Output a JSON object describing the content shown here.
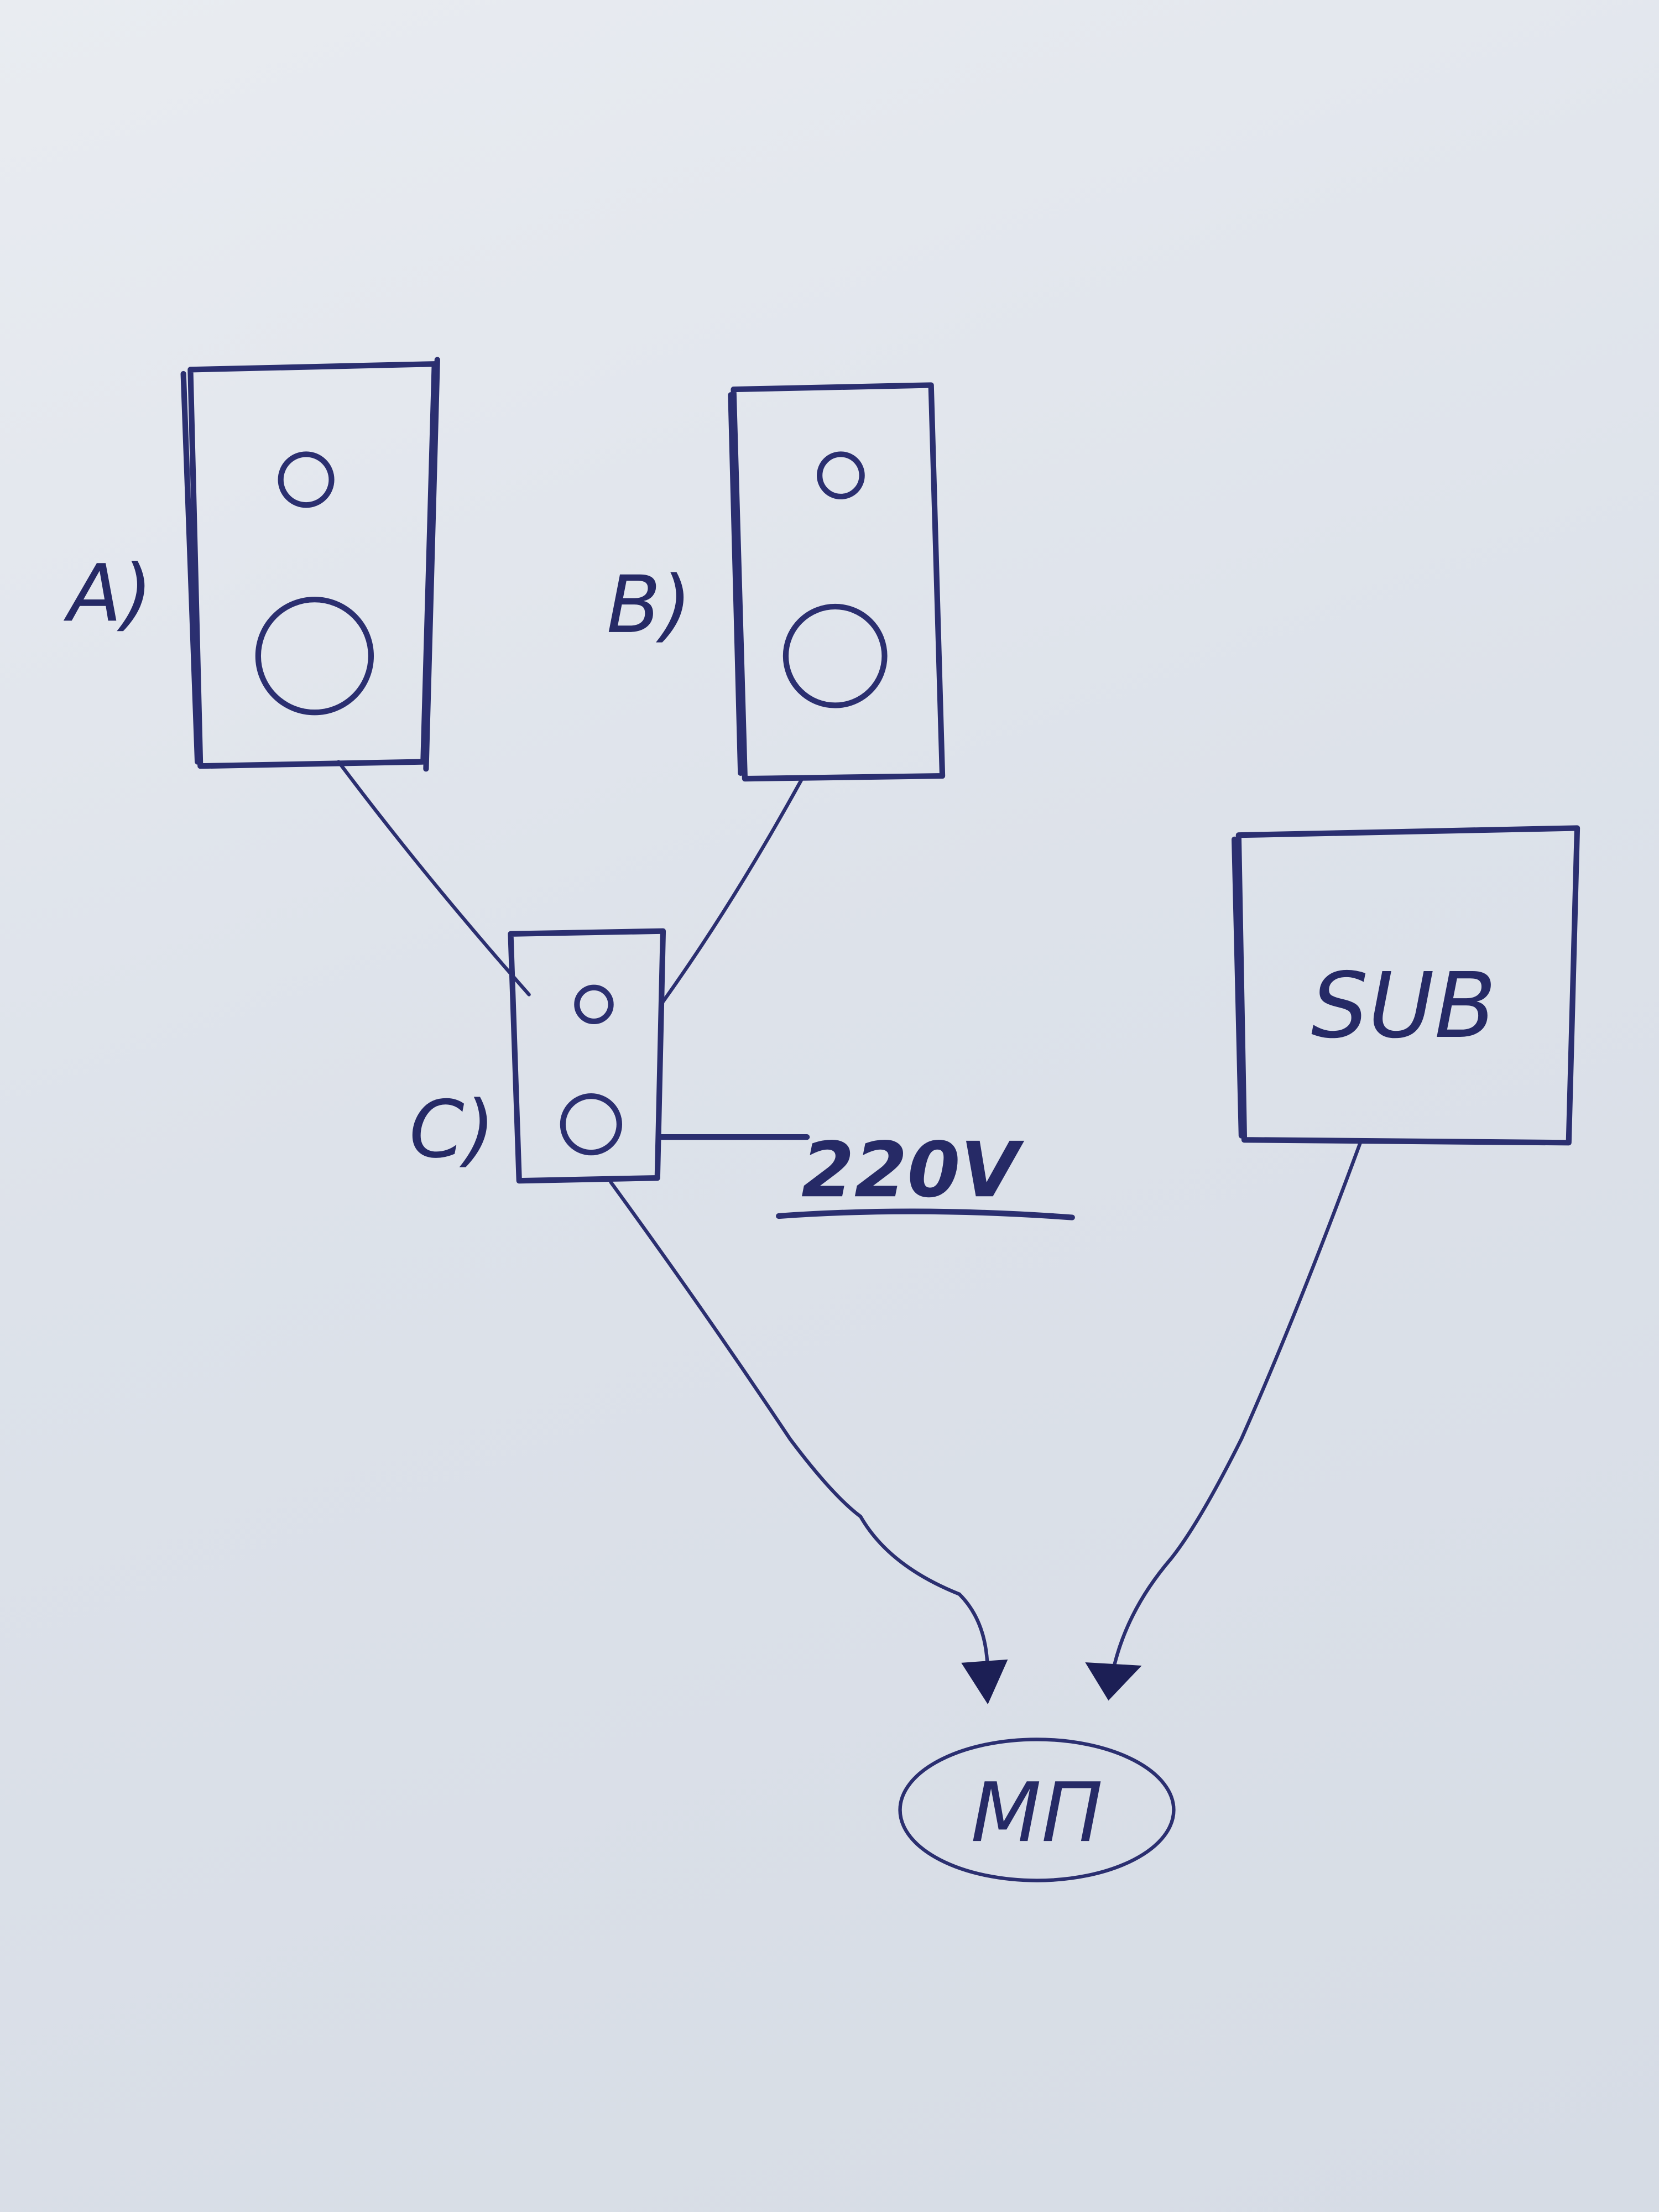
{
  "diagram": {
    "speakers": [
      {
        "label": "A)"
      },
      {
        "label": "B)"
      },
      {
        "label": "C)"
      }
    ],
    "power_label": "220V",
    "subwoofer_label": "SUB",
    "target_label": "МП",
    "ink_color": "#2b2f70"
  }
}
